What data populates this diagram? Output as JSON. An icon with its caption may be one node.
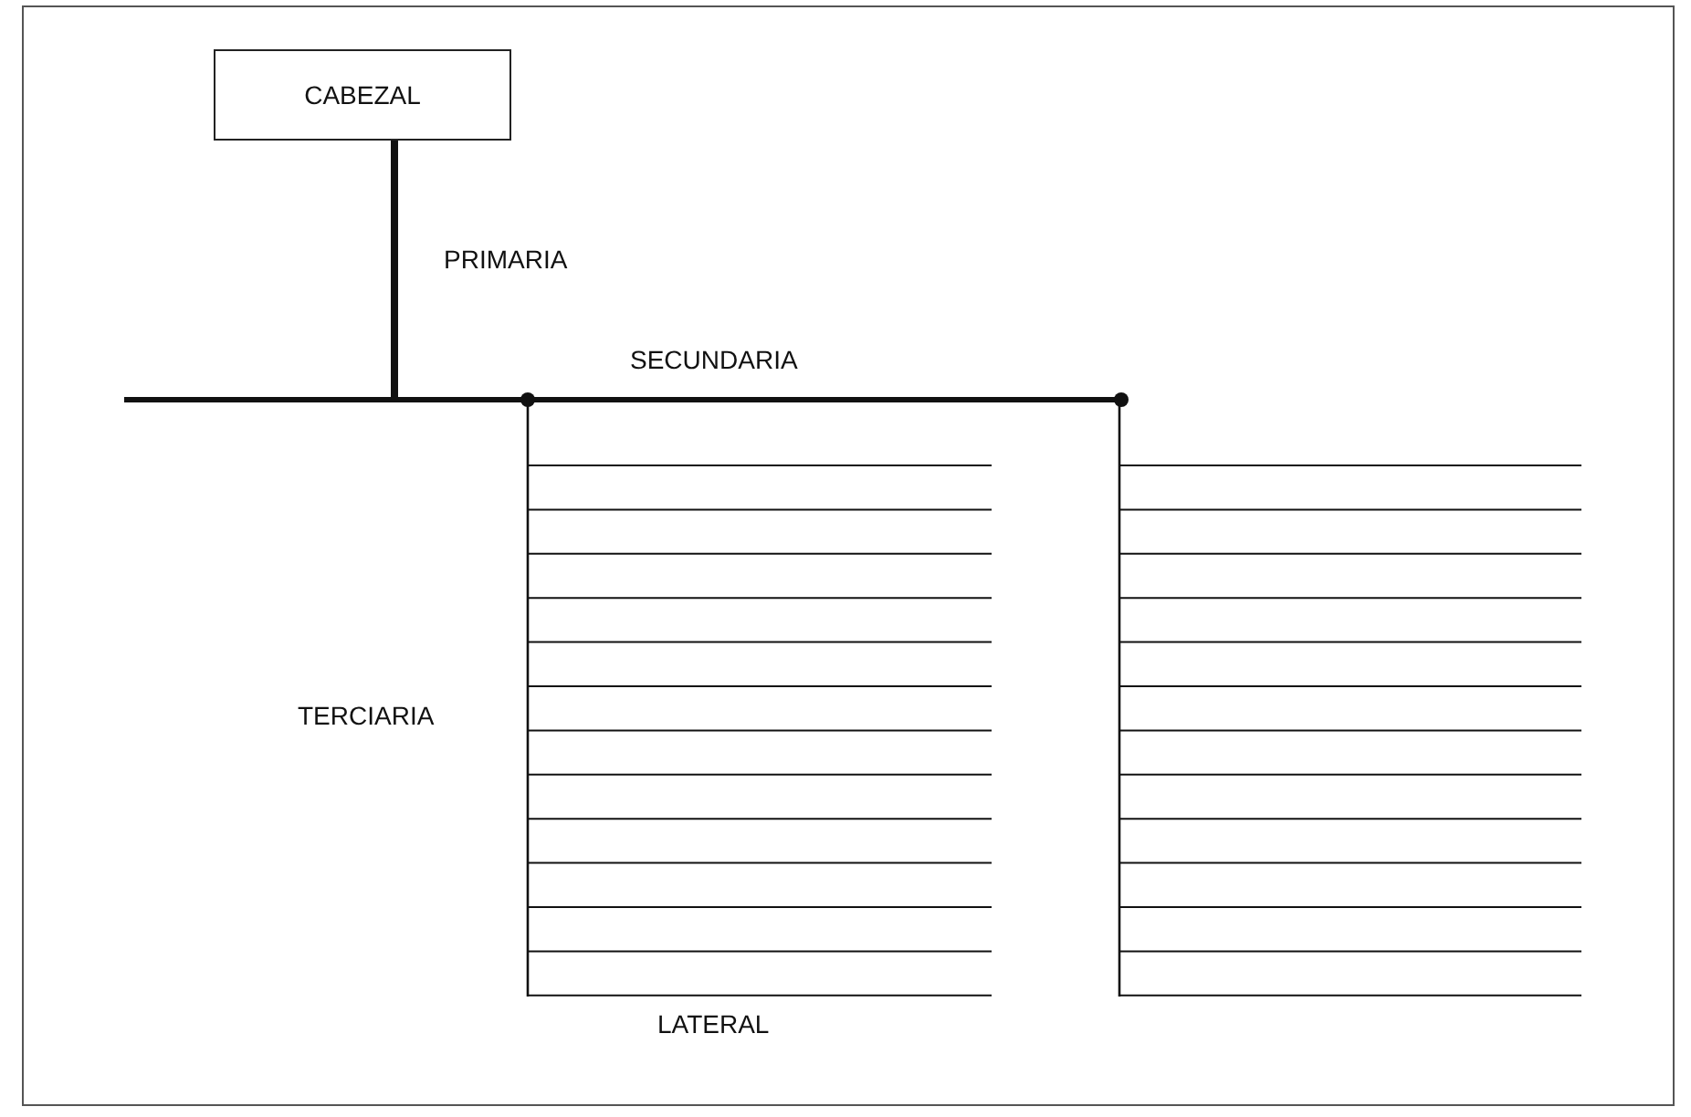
{
  "diagram": {
    "nodes": [
      {
        "text": [
          "CABEZAL"
        ]
      }
    ],
    "labels": [
      "PRIMARIA",
      "SECUNDARIA",
      "TERCIARIA",
      "LATERAL"
    ]
  }
}
